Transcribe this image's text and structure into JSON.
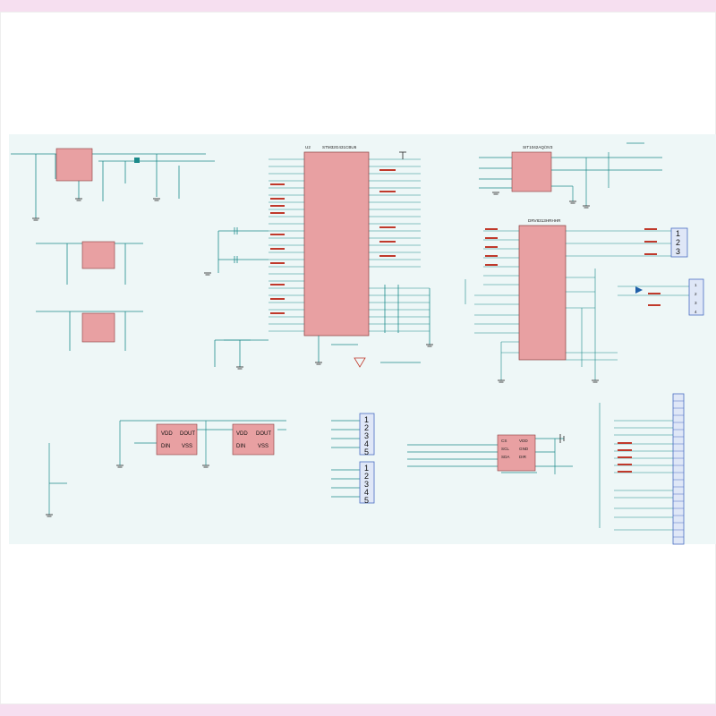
{
  "page": {
    "background": "#f6dff0",
    "frame": "#ffffff",
    "sheet": "#eef7f7"
  },
  "colors": {
    "wire": "#1c8a8a",
    "net": "#c0392b",
    "part_fill": "#e8a0a2",
    "part_stroke": "#8a3c3c",
    "connector": "#4a6fc2"
  },
  "schematic": {
    "mcu": {
      "ref": "U2",
      "part": "STM32G431CBU6"
    },
    "can_transceiver": {
      "part": "SIT1042AQ/3V3"
    },
    "motor_driver": {
      "part": "DRV8313HRHHR"
    },
    "memory_labels": {
      "u4": "VDD",
      "u5": "DOUT",
      "u6": "DIN",
      "u7": "VSS"
    },
    "encoder_pins": {
      "p1": "CS",
      "p2": "SCL",
      "p3": "SDA",
      "p4": "VDD",
      "p5": "GND",
      "p6": "DIR"
    },
    "connector_pins_left": [
      "1",
      "2",
      "3",
      "4",
      "5"
    ],
    "connector_pins_right": [
      "1",
      "2",
      "3",
      "4",
      "5"
    ],
    "motor_connector_pins": [
      "1",
      "2",
      "3"
    ],
    "aux_connector_pins": [
      "1",
      "2",
      "3",
      "4"
    ]
  }
}
